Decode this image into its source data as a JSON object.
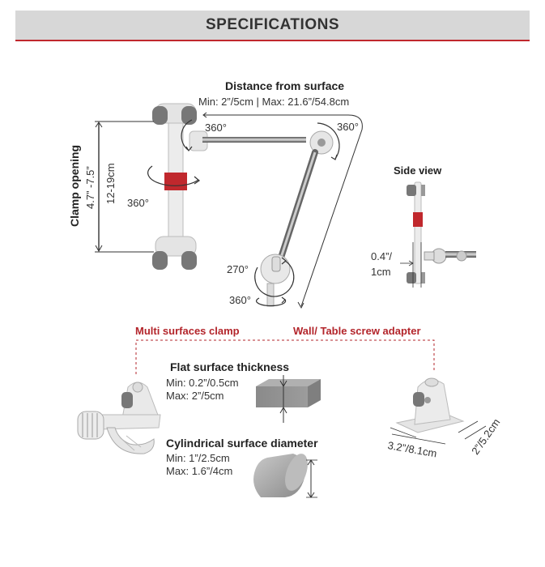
{
  "header": {
    "title": "SPECIFICATIONS"
  },
  "arm": {
    "distance_title": "Distance from surface",
    "distance_values": "Min: 2”/5cm | Max: 21.6”/54.8cm",
    "clamp_opening_label": "Clamp opening",
    "clamp_opening_inch": "4.7” -7.5”",
    "clamp_opening_cm": "12-19cm",
    "rot_top_left": "360°",
    "rot_top_right": "360°",
    "rot_mid_left": "360°",
    "rot_bottom_270": "270°",
    "rot_bottom_360": "360°"
  },
  "side_view": {
    "title": "Side view",
    "thickness_inch": "0.4”/",
    "thickness_cm": "1cm"
  },
  "mounts": {
    "clamp_title": "Multi surfaces clamp",
    "adapter_title": "Wall/ Table screw adapter"
  },
  "flat": {
    "title": "Flat surface thickness",
    "min": "Min: 0.2”/0.5cm",
    "max": "Max: 2”/5cm"
  },
  "cyl": {
    "title": "Cylindrical surface diameter",
    "min": "Min: 1”/2.5cm",
    "max": "Max: 1.6”/4cm"
  },
  "adapter_dims": {
    "width": "3.2”/8.1cm",
    "depth": "2”/5.2cm"
  },
  "colors": {
    "accent_red": "#c0282d",
    "header_gray": "#d7d7d7",
    "device_white": "#e9e9e9",
    "knob_gray": "#7a7a7a"
  }
}
